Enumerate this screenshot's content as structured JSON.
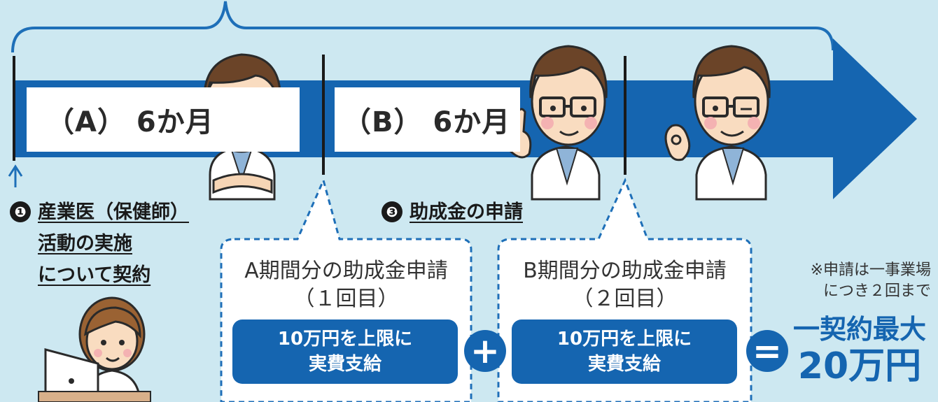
{
  "timeline": {
    "period_a_label": "（A） 6か月",
    "period_b_label": "（B） 6か月"
  },
  "steps": {
    "step1": {
      "marker": "❶",
      "lines": [
        "産業医（保健師）",
        "活動の実施",
        "について契約"
      ]
    },
    "step3": {
      "marker": "❸",
      "label": "助成金の申請"
    }
  },
  "applications": [
    {
      "title": "A期間分の助成金申請",
      "round": "（１回目）",
      "benefit_line1": "10万円を上限に",
      "benefit_line2": "実費支給"
    },
    {
      "title": "B期間分の助成金申請",
      "round": "（２回目）",
      "benefit_line1": "10万円を上限に",
      "benefit_line2": "実費支給"
    }
  ],
  "operators": {
    "plus": "+",
    "equals": "="
  },
  "note": {
    "line1": "※申請は一事業場",
    "line2": "につき２回まで"
  },
  "total": {
    "line1": "一契約最大",
    "line2": "20万円"
  },
  "colors": {
    "background": "#cde8f1",
    "arrow_blue": "#1565b0",
    "dashed_border": "#1e6fb8"
  }
}
